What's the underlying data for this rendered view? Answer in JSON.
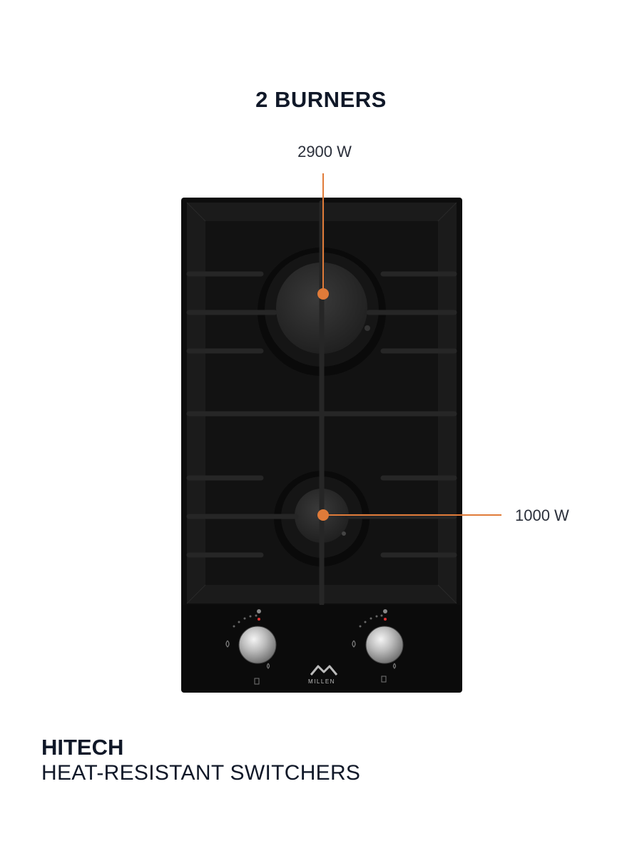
{
  "header": {
    "title": "2 BURNERS"
  },
  "burners": [
    {
      "name": "large-burner",
      "power_label": "2900 W"
    },
    {
      "name": "small-burner",
      "power_label": "1000 W"
    }
  ],
  "brand": {
    "logo_text": "MILLEN"
  },
  "footer": {
    "title": "HITECH",
    "subtitle": "HEAT-RESISTANT SWITCHERS"
  },
  "colors": {
    "accent": "#e07b39",
    "hob": "#0e0e0e",
    "text": "#101828"
  }
}
